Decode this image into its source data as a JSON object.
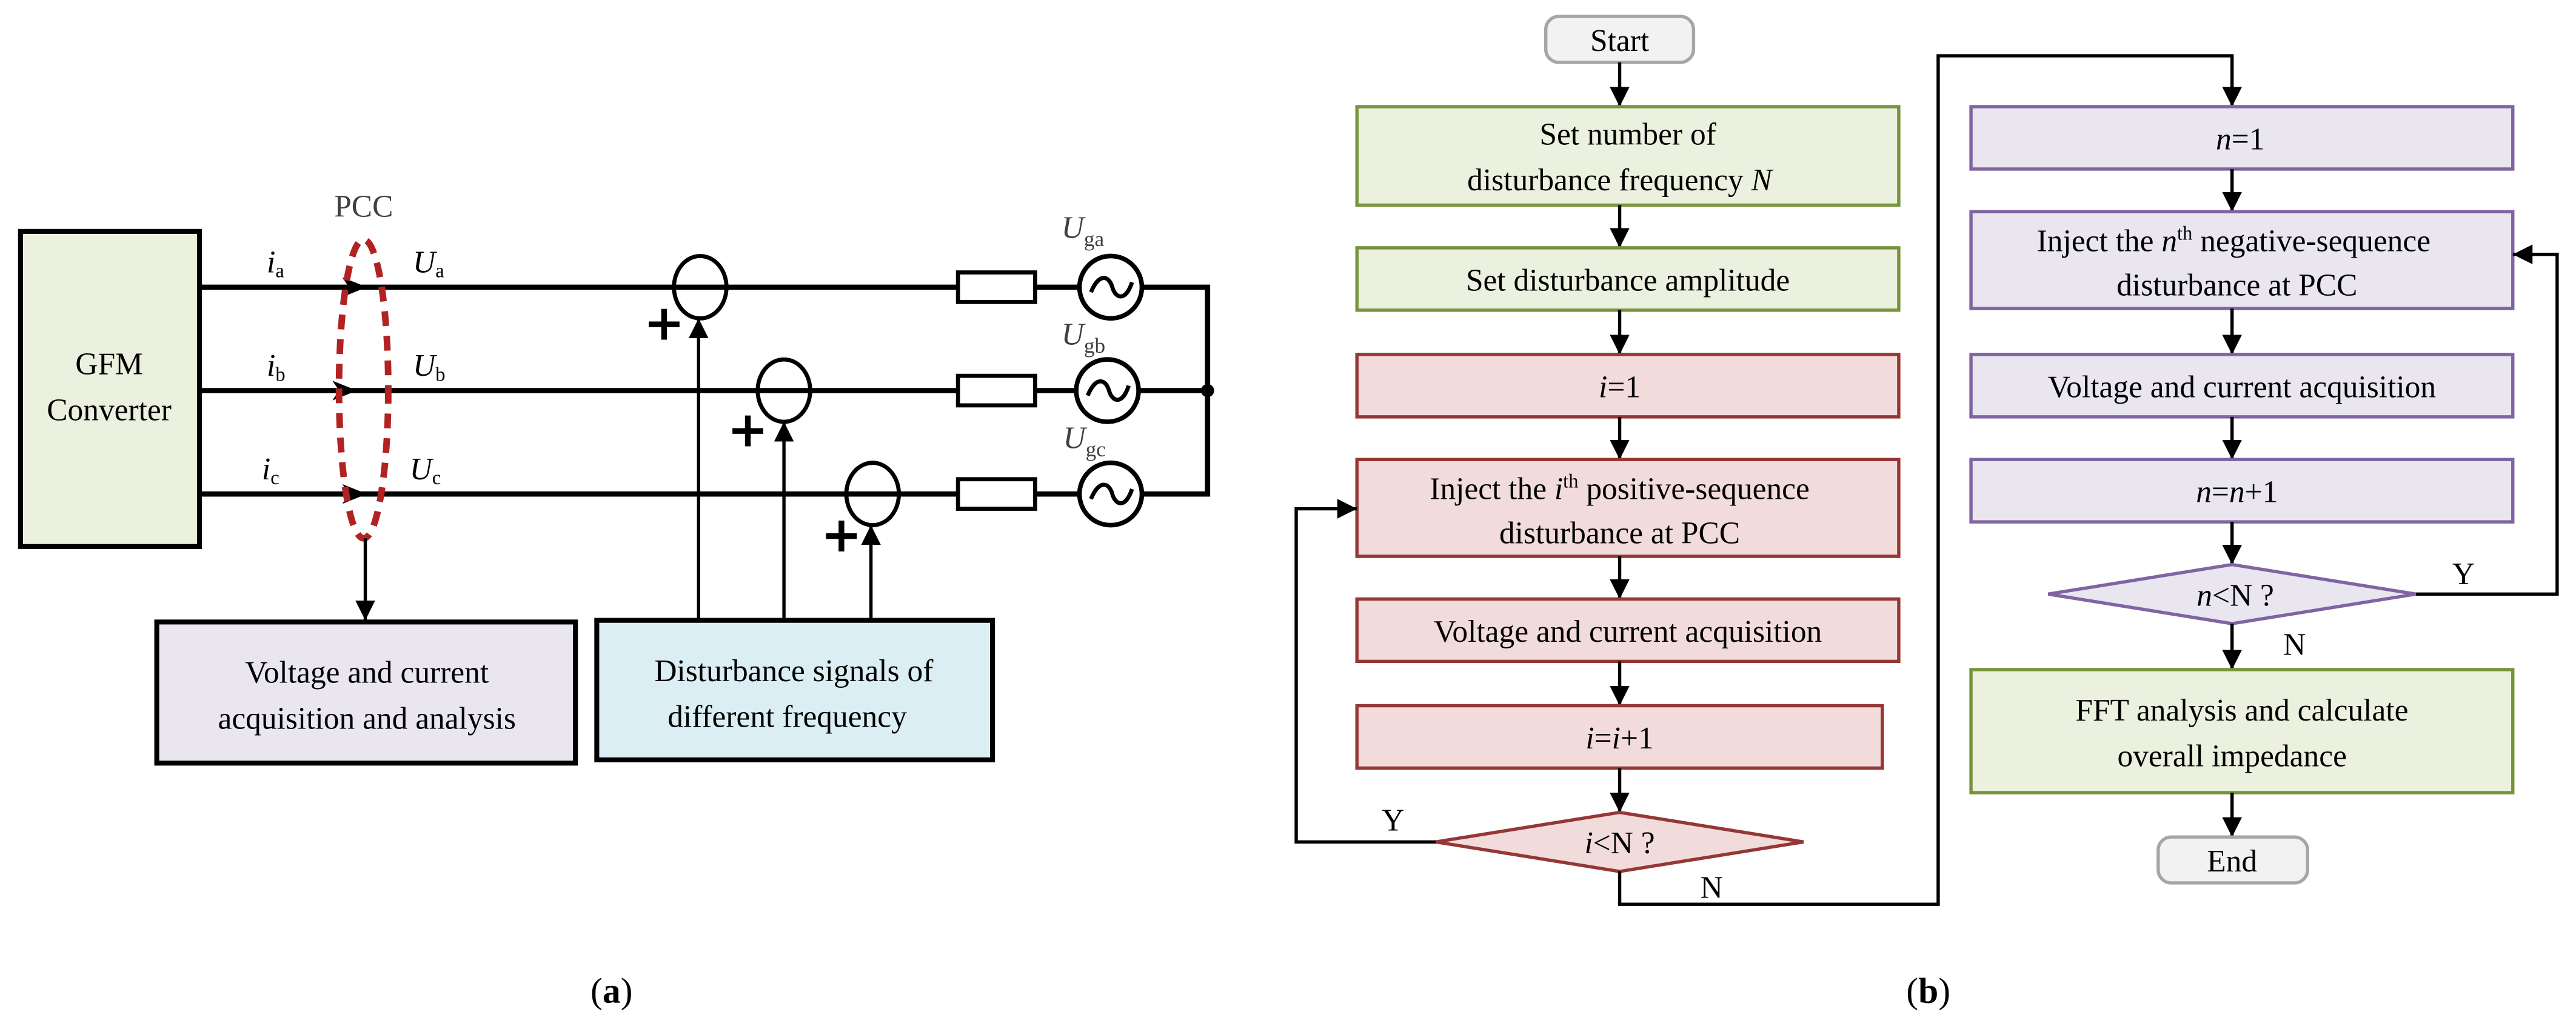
{
  "colors": {
    "green_fill": "#EBF1DE",
    "green_border": "#77933C",
    "red_fill": "#F2DCDB",
    "red_border": "#953735",
    "purple_fill": "#EAE6F0",
    "purple_border": "#8064A2",
    "blue_fill": "#DAEEF3",
    "terminal_fill": "#F2F2F2",
    "terminal_border": "#A6A6A6",
    "pcc_dash": "#C00000",
    "converter_fill": "#EBF1DE"
  },
  "panel_a": {
    "caption_open": "(",
    "caption_letter": "a",
    "caption_close": ")",
    "converter": {
      "line1": "GFM",
      "line2": "Converter"
    },
    "pcc_label": "PCC",
    "phases": [
      {
        "current": "i",
        "current_sub": "a",
        "voltage": "U",
        "voltage_sub": "a",
        "source": "U",
        "source_sub": "ga"
      },
      {
        "current": "i",
        "current_sub": "b",
        "voltage": "U",
        "voltage_sub": "b",
        "source": "U",
        "source_sub": "gb"
      },
      {
        "current": "i",
        "current_sub": "c",
        "voltage": "U",
        "voltage_sub": "c",
        "source": "U",
        "source_sub": "gc"
      }
    ],
    "plus_sign": "+",
    "acquisition_box": {
      "line1": "Voltage and current",
      "line2": "acquisition and analysis"
    },
    "disturbance_box": {
      "line1": "Disturbance signals of",
      "line2": "different frequency"
    }
  },
  "panel_b": {
    "caption_open": "(",
    "caption_letter": "b",
    "caption_close": ")",
    "start": "Start",
    "end": "End",
    "left_column": {
      "set_number": {
        "line1": "Set number of",
        "line2_prefix": "disturbance frequency ",
        "line2_var": "N"
      },
      "set_amplitude": "Set disturbance amplitude",
      "init": {
        "var": "i",
        "rest": "=1"
      },
      "inject": {
        "prefix": "Inject the ",
        "var": "i",
        "sup": "th",
        "suffix": " positive-sequence",
        "line2": "disturbance at PCC"
      },
      "acquisition": "Voltage and current acquisition",
      "increment": {
        "var1": "i",
        "eq": "=",
        "var2": "i",
        "rest": "+1"
      },
      "decision": {
        "var": "i",
        "rest": "<N ?"
      },
      "yes_label": "Y",
      "no_label": "N"
    },
    "right_column": {
      "init": {
        "var": "n",
        "rest": "=1"
      },
      "inject": {
        "prefix": "Inject the ",
        "var": "n",
        "sup": "th",
        "suffix": " negative-sequence",
        "line2": "disturbance at PCC"
      },
      "acquisition": "Voltage and current acquisition",
      "increment": {
        "var1": "n",
        "eq": "=",
        "var2": "n",
        "rest": "+1"
      },
      "decision": {
        "var": "n",
        "rest": "<N ?"
      },
      "yes_label": "Y",
      "no_label": "N",
      "fft": {
        "line1": "FFT analysis and calculate",
        "line2": "overall impedance"
      }
    }
  }
}
